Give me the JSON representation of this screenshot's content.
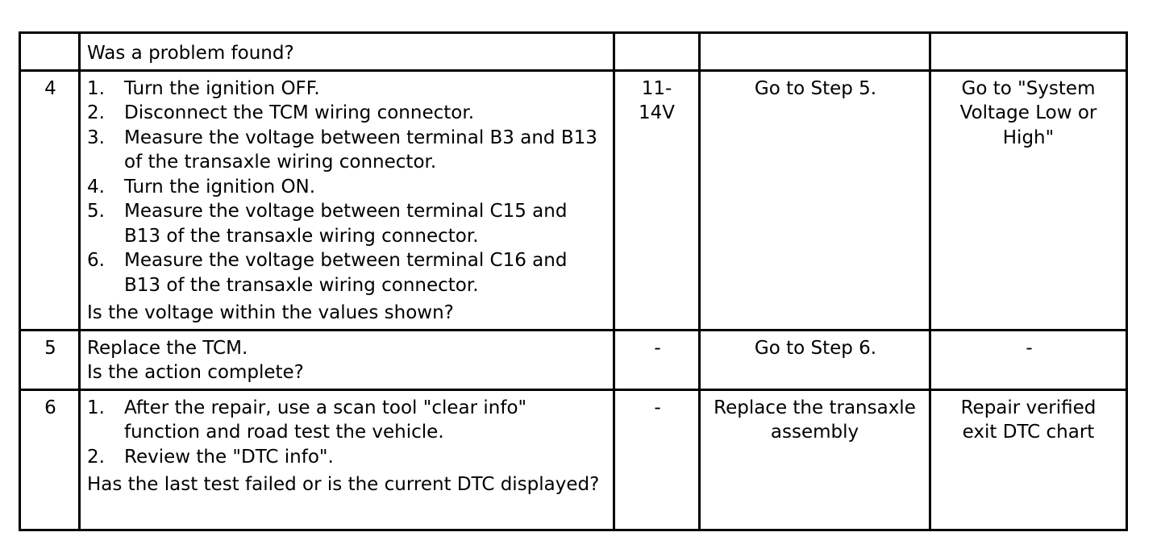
{
  "rows": [
    {
      "step": "",
      "question": "Was a problem found?",
      "value": "",
      "yes": "",
      "no": ""
    },
    {
      "step": "4",
      "actions": [
        {
          "num": "1.",
          "text": "Turn the ignition OFF."
        },
        {
          "num": "2.",
          "text": "Disconnect the TCM wiring connector."
        },
        {
          "num": "3.",
          "text": "Measure the voltage between terminal B3 and B13 of the transaxle wiring connector."
        },
        {
          "num": "4.",
          "text": "Turn the ignition ON."
        },
        {
          "num": "5.",
          "text": "Measure the voltage between terminal C15 and B13 of the transaxle wiring connector."
        },
        {
          "num": "6.",
          "text": "Measure the voltage between terminal C16 and B13 of the transaxle wiring connector."
        }
      ],
      "question": "Is the voltage within the values shown?",
      "value": "11-14V",
      "yes": "Go to Step 5.",
      "no": "Go to \"System Voltage Low or High\""
    },
    {
      "step": "5",
      "line1": "Replace the TCM.",
      "question": "Is the action complete?",
      "value": "-",
      "yes": "Go to Step 6.",
      "no": "-"
    },
    {
      "step": "6",
      "actions": [
        {
          "num": "1.",
          "text": "After the repair, use a scan tool \"clear info\" function and road test the vehicle."
        },
        {
          "num": "2.",
          "text": "Review the \"DTC info\"."
        }
      ],
      "question": "Has the last test failed or is the current DTC displayed?",
      "value": "-",
      "yes": "Replace the transaxle assembly",
      "no": "Repair verified exit DTC chart"
    }
  ]
}
